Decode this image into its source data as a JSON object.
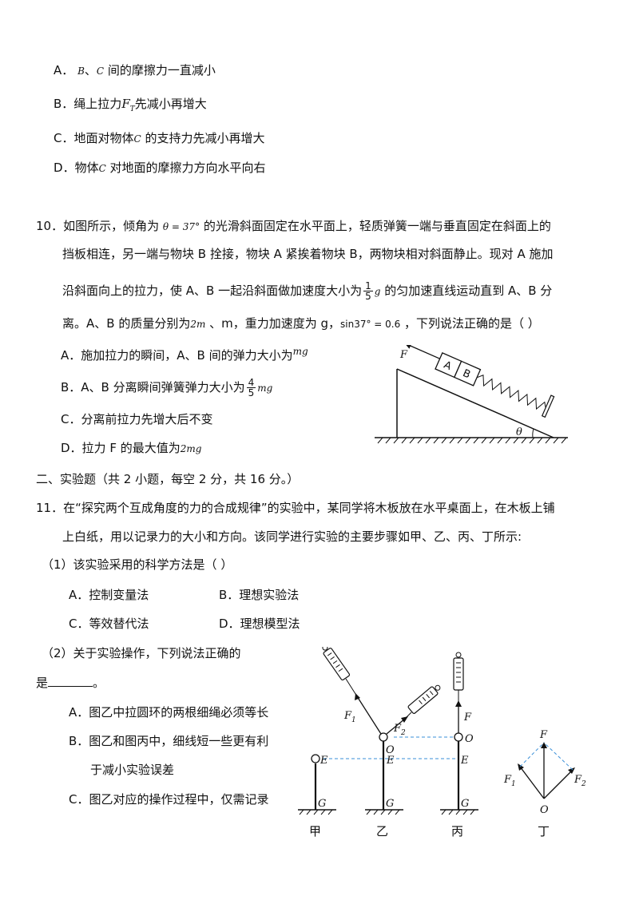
{
  "q9": {
    "options": {
      "a": {
        "letter": "A",
        "pre": "．",
        "b": "B",
        "sep": "、",
        "c": "C",
        "rest": " 间的摩擦力一直减小"
      },
      "b": {
        "letter": "B",
        "pre": "．绳上拉力",
        "sym": "F",
        "sub": "T",
        "rest": "先减小再增大"
      },
      "c": {
        "letter": "C",
        "pre": "．地面对物体",
        "sym": "C",
        "rest": " 的支持力先减小再增大"
      },
      "d": {
        "letter": "D",
        "pre": "．物体",
        "sym": "C",
        "rest": " 对地面的摩擦力方向水平向右"
      }
    }
  },
  "q10": {
    "number": "10",
    "line1_a": "．如图所示，倾角为",
    "theta_eq": "θ = 37°",
    "line1_b": " 的光滑斜面固定在水平面上，轻质弹簧一端与垂直固定在斜面上的",
    "line2": "挡板相连，另一端与物块 B 拴接，物块 A 紧挨着物块 B，两物块相对斜面静止。现对 A 施加",
    "line3_a": "沿斜面向上的拉力，使 A、B 一起沿斜面做加速度大小为",
    "frac_num": "1",
    "frac_den": "5",
    "g": "g",
    "line3_b": " 的匀加速直线运动直到 A、B 分",
    "line4_a": "离。A、B 的质量分别为",
    "mass_a": "2m",
    "line4_b": " 、m，重力加速度为 g，",
    "sin": "sin37° = 0.6",
    "line4_c": " ，下列说法正确的是（    ）",
    "optA_text": "A．施加拉力的瞬间，A、B 间的弹力大小为",
    "optA_val": "mg",
    "optB_text": "B．A、B 分离瞬间弹簧弹力大小为",
    "optB_num": "4",
    "optB_den": "5",
    "optB_val": "mg",
    "optC": "C．分离前拉力先增大后不变",
    "optD_text": "D．拉力 F 的最大值为",
    "optD_val": "2mg",
    "figure": {
      "F": "F",
      "A": "A",
      "B": "B",
      "theta": "θ"
    }
  },
  "section2": "二、实验题（共 2 小题，每空 2 分，共 16 分。）",
  "q11": {
    "number": "11",
    "line1": "．在“探究两个互成角度的力的合成规律”的实验中，某同学将木板放在水平桌面上，在木板上铺",
    "line2": "上白纸，用以记录力的大小和方向。该同学进行实验的主要步骤如甲、乙、丙、丁所示:",
    "sub1": "（1）该实验采用的科学方法是（    ）",
    "sub1_opts": [
      "A．控制变量法",
      "B．理想实验法",
      "C．等效替代法",
      "D．理想模型法"
    ],
    "sub2_line1": "（2）关于实验操作，下列说法正确的",
    "sub2_line2": "是",
    "sub2_end": "。",
    "sub2_A": "A．图乙中拉圆环的两根细绳必须等长",
    "sub2_B1": "B．图乙和图丙中，细线短一些更有利",
    "sub2_B2": "于减小实验误差",
    "sub2_C": "C．图乙对应的操作过程中，仅需记录",
    "figure": {
      "labels": {
        "F1": "F",
        "F2": "F",
        "one": "1",
        "two": "2",
        "F": "F",
        "O": "O",
        "E": "E",
        "G": "G"
      },
      "captions": [
        "甲",
        "乙",
        "丙",
        "丁"
      ]
    }
  }
}
